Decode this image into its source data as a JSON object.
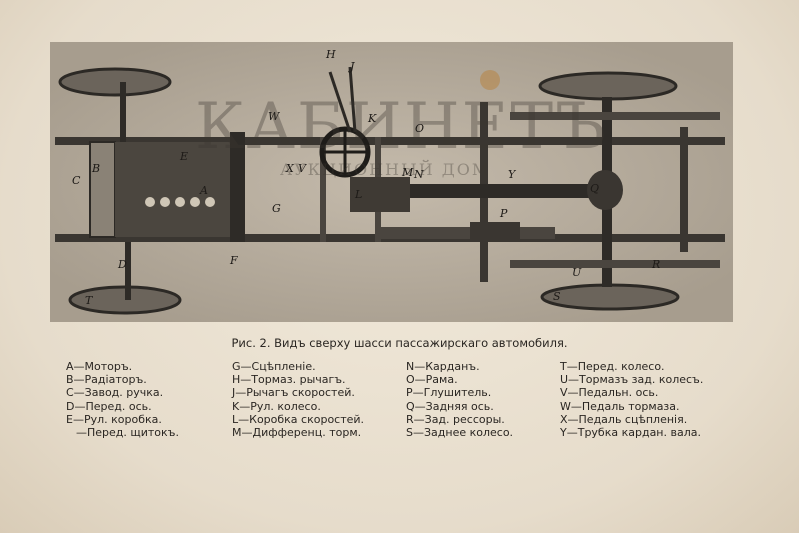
{
  "figure": {
    "caption": "Рис. 2. Видъ сверху шасси пассажирскаго автомобиля.",
    "photo_letters": [
      "H",
      "J",
      "W",
      "K",
      "C",
      "B",
      "X",
      "V",
      "A",
      "G",
      "L",
      "M",
      "N",
      "Y",
      "O",
      "Q",
      "P",
      "F",
      "D",
      "T",
      "U",
      "R",
      "S",
      "E"
    ],
    "watermark": {
      "line1": "КАБИНЕТЪ",
      "line2": "АУКЦИОННЫЙ ДОМ"
    }
  },
  "legend": {
    "columns": [
      [
        "A—Моторъ.",
        "B—Радіаторъ.",
        "C—Завод. ручка.",
        "D—Перед. ось.",
        "E—Рул. коробка.",
        " —Перед. щитокъ."
      ],
      [
        "G—Сцѣпленіе.",
        "H—Тормаз. рычагъ.",
        "J—Рычагъ скоростей.",
        "K—Рул. колесо.",
        "L—Коробка скоростей.",
        "M—Дифференц. торм."
      ],
      [
        "N—Карданъ.",
        "O—Рама.",
        "P—Глушитель.",
        "Q—Задняя ось.",
        "R—Зад. рессоры.",
        "S—Заднее колесо."
      ],
      [
        "T—Перед. колесо.",
        "U—Тормазъ зад. колесъ.",
        "V—Педальн. ось.",
        "W—Педаль тормаза.",
        "X—Педаль сцѣпленія.",
        "Y—Трубка кардан. вала."
      ]
    ]
  }
}
